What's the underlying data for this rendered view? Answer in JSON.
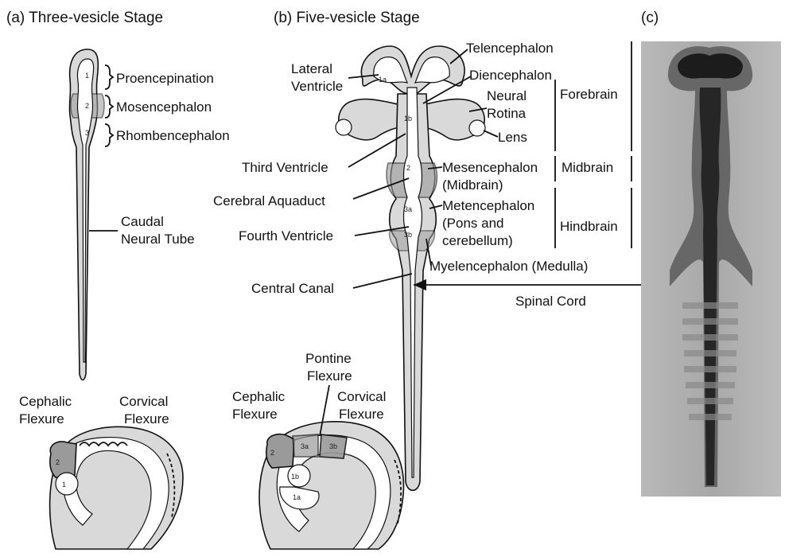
{
  "panels": {
    "a_title": "(a) Three-vesicle Stage",
    "b_title": "(b) Five-vesicle Stage",
    "c_title": "(c)"
  },
  "three_vesicle": {
    "labels": {
      "proencephalon": "Proencepination",
      "mesencephalon": "Mosencephalon",
      "rhombencephalon": "Rhombencephalon",
      "caudal_1": "Caudal",
      "caudal_2": "Neural Tube"
    },
    "numbers": [
      "1",
      "2",
      "3"
    ]
  },
  "five_vesicle": {
    "left_labels": {
      "lateral_1": "Lateral",
      "lateral_2": "Ventricle",
      "third_ventricle": "Third Ventricle",
      "aqueduct": "Cerebral Aquaduct",
      "fourth_ventricle": "Fourth Ventricle",
      "central_canal": "Central Canal"
    },
    "right_labels": {
      "telencephalon": "Telencephalon",
      "diencephalon": "Diencephalon",
      "neural_1": "Neural",
      "neural_2": "Rotina",
      "lens": "Lens",
      "mesencephalon_1": "Mesencephalon",
      "mesencephalon_2": "(Midbrain)",
      "metencephalon_1": "Metencephalon",
      "metencephalon_2": "(Pons and",
      "metencephalon_3": "cerebellum)",
      "myelencephalon": "Myelencephalon (Medulla)",
      "spinal_cord": "Spinal Cord"
    },
    "divisions": {
      "forebrain": "Forebrain",
      "midbrain": "Midbrain",
      "hindbrain": "Hindbrain"
    },
    "numbers": [
      "1a",
      "1b",
      "2",
      "3a",
      "3b"
    ]
  },
  "embryo_a": {
    "cephalic_1": "Cephalic",
    "cephalic_2": "Flexure",
    "cervical_1": "Corvical",
    "cervical_2": "Flexure",
    "numbers": [
      "2",
      "1"
    ]
  },
  "embryo_b": {
    "pontine_1": "Pontine",
    "pontine_2": "Flexure",
    "cephalic_1": "Cephalic",
    "cephalic_2": "Flexure",
    "cervical_1": "Corvical",
    "cervical_2": "Flexure",
    "numbers": [
      "2",
      "3a",
      "3b",
      "1b",
      "1a"
    ]
  }
}
